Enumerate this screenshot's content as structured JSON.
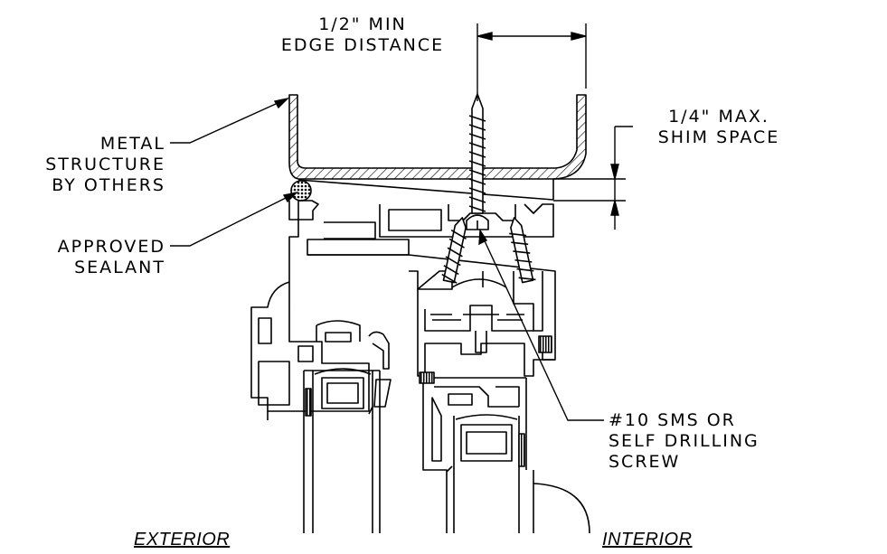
{
  "labels": {
    "edge_distance_1": "1/2\" MIN",
    "edge_distance_2": "EDGE DISTANCE",
    "shim_1": "1/4\" MAX.",
    "shim_2": "SHIM SPACE",
    "metal_1": "METAL",
    "metal_2": "STRUCTURE",
    "metal_3": "BY OTHERS",
    "sealant_1": "APPROVED",
    "sealant_2": "SEALANT",
    "screw_1": "#10 SMS OR",
    "screw_2": "SELF DRILLING",
    "screw_3": "SCREW",
    "exterior": "EXTERIOR",
    "interior": "INTERIOR"
  },
  "colors": {
    "line": "#000000",
    "background": "#ffffff"
  }
}
